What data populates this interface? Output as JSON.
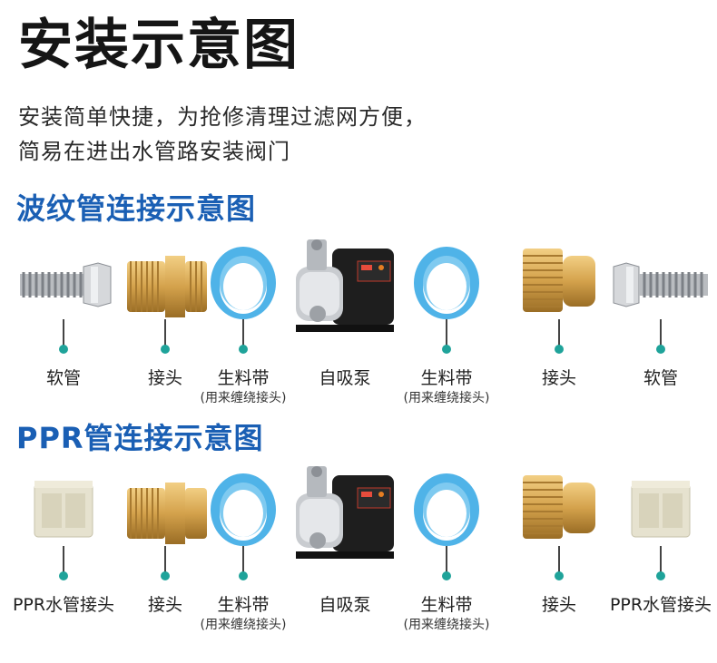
{
  "title": "安装示意图",
  "description": {
    "line1": "安装简单快捷，为抢修清理过滤网方便，",
    "line2": "简易在进出水管路安装阀门"
  },
  "section1": {
    "title": "波纹管连接示意图",
    "items": [
      {
        "label": "软管",
        "sublabel": "",
        "icon": "corrugated-hose-icon"
      },
      {
        "label": "接头",
        "sublabel": "",
        "icon": "brass-fitting-icon"
      },
      {
        "label": "生料带",
        "sublabel": "(用来缠绕接头)",
        "icon": "ptfe-tape-icon"
      },
      {
        "label": "自吸泵",
        "sublabel": "",
        "icon": "pump-icon"
      },
      {
        "label": "生料带",
        "sublabel": "(用来缠绕接头)",
        "icon": "ptfe-tape-icon"
      },
      {
        "label": "接头",
        "sublabel": "",
        "icon": "brass-fitting-icon"
      },
      {
        "label": "软管",
        "sublabel": "",
        "icon": "corrugated-hose-icon"
      }
    ]
  },
  "section2": {
    "title": "PPR管连接示意图",
    "items": [
      {
        "label": "PPR水管接头",
        "sublabel": "",
        "icon": "ppr-connector-icon"
      },
      {
        "label": "接头",
        "sublabel": "",
        "icon": "brass-fitting-icon"
      },
      {
        "label": "生料带",
        "sublabel": "(用来缠绕接头)",
        "icon": "ptfe-tape-icon"
      },
      {
        "label": "自吸泵",
        "sublabel": "",
        "icon": "pump-icon"
      },
      {
        "label": "生料带",
        "sublabel": "(用来缠绕接头)",
        "icon": "ptfe-tape-icon"
      },
      {
        "label": "接头",
        "sublabel": "",
        "icon": "brass-fitting-icon"
      },
      {
        "label": "PPR水管接头",
        "sublabel": "",
        "icon": "ppr-connector-icon"
      }
    ]
  },
  "colors": {
    "section_title": "#1a5fb4",
    "dot": "#1fa39a",
    "tape_blue": "#4fb3e8",
    "brass": "#d4a24c"
  }
}
